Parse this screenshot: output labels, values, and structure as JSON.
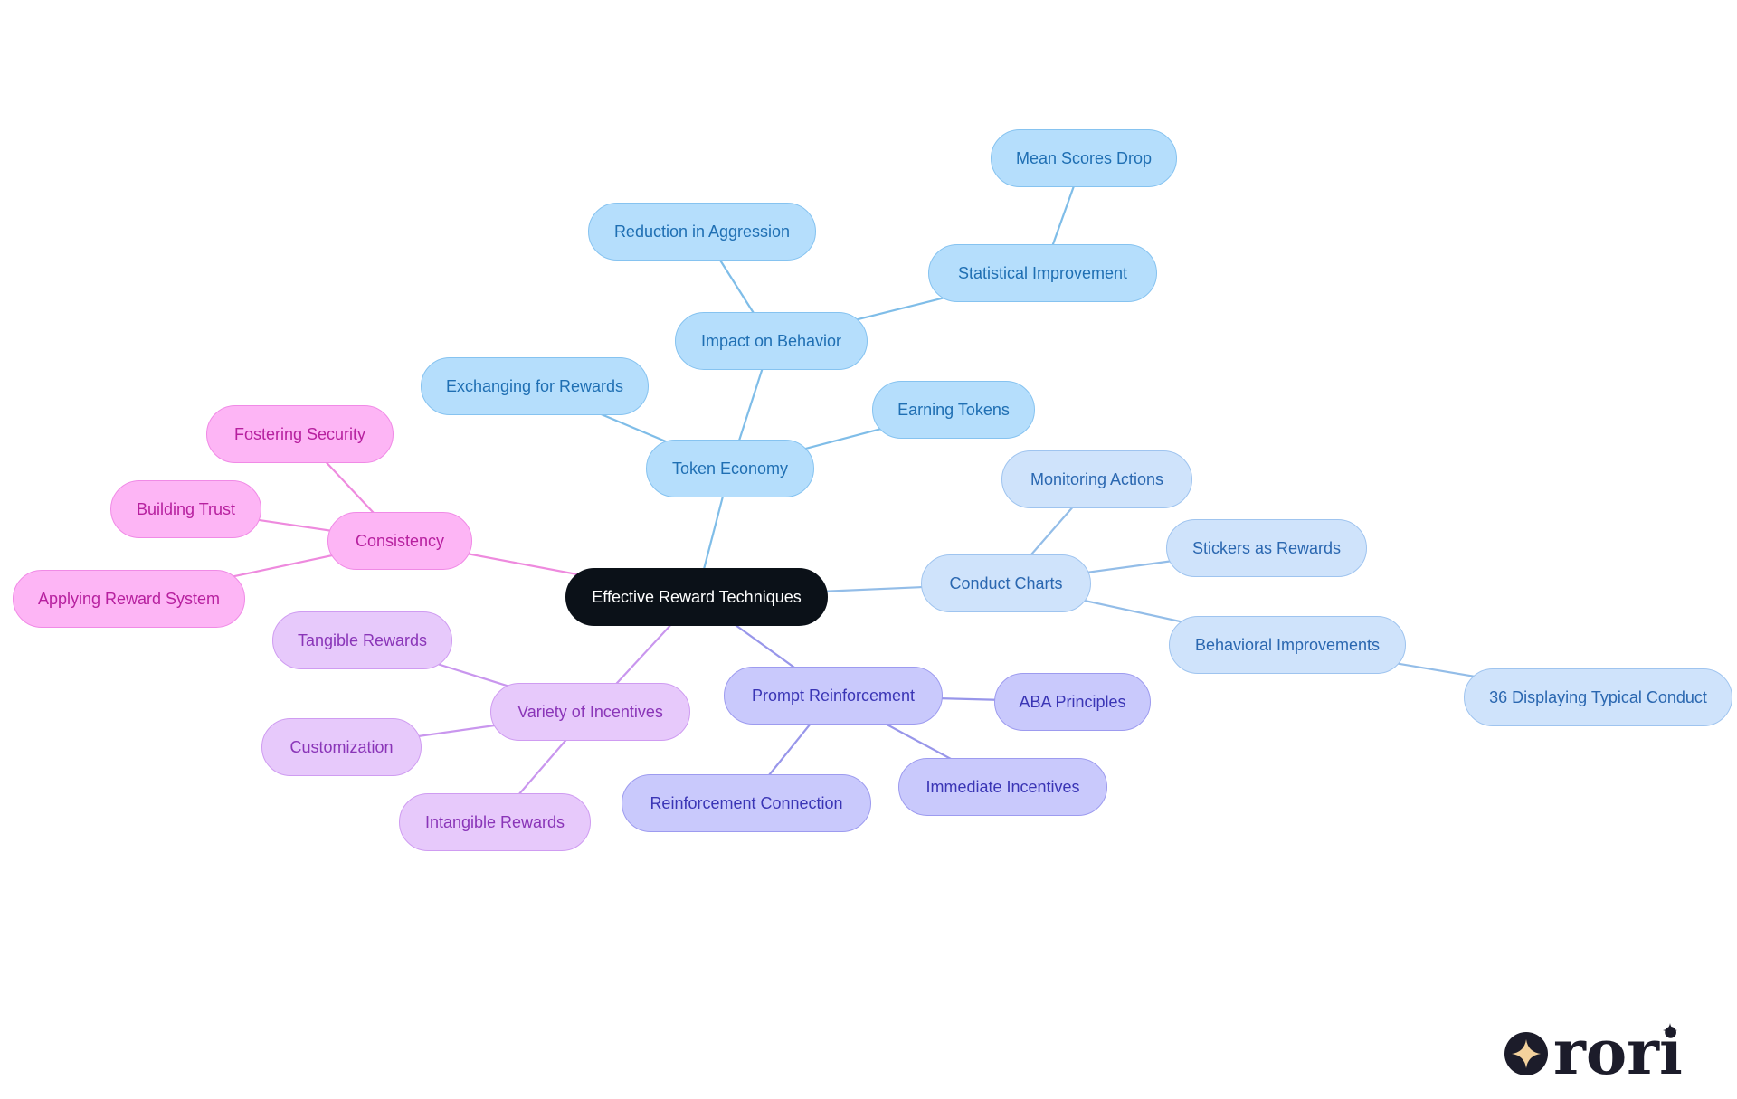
{
  "diagram": {
    "root": {
      "id": "root",
      "label": "Effective Reward Techniques"
    },
    "nodes": [
      {
        "id": "token-economy",
        "label": "Token Economy",
        "parent": "root",
        "branch": "blue"
      },
      {
        "id": "impact-on-behavior",
        "label": "Impact on Behavior",
        "parent": "token-economy",
        "branch": "blue"
      },
      {
        "id": "reduction-in-aggression",
        "label": "Reduction in Aggression",
        "parent": "impact-on-behavior",
        "branch": "blue"
      },
      {
        "id": "statistical-improvement",
        "label": "Statistical Improvement",
        "parent": "impact-on-behavior",
        "branch": "blue"
      },
      {
        "id": "mean-scores-drop",
        "label": "Mean Scores Drop",
        "parent": "statistical-improvement",
        "branch": "blue"
      },
      {
        "id": "exchanging-for-rewards",
        "label": "Exchanging for Rewards",
        "parent": "token-economy",
        "branch": "blue"
      },
      {
        "id": "earning-tokens",
        "label": "Earning Tokens",
        "parent": "token-economy",
        "branch": "blue"
      },
      {
        "id": "conduct-charts",
        "label": "Conduct Charts",
        "parent": "root",
        "branch": "lightblue"
      },
      {
        "id": "monitoring-actions",
        "label": "Monitoring Actions",
        "parent": "conduct-charts",
        "branch": "lightblue"
      },
      {
        "id": "stickers-as-rewards",
        "label": "Stickers as Rewards",
        "parent": "conduct-charts",
        "branch": "lightblue"
      },
      {
        "id": "behavioral-improvements",
        "label": "Behavioral Improvements",
        "parent": "conduct-charts",
        "branch": "lightblue"
      },
      {
        "id": "displaying-typical-conduct",
        "label": "36 Displaying Typical Conduct",
        "parent": "behavioral-improvements",
        "branch": "lightblue"
      },
      {
        "id": "prompt-reinforcement",
        "label": "Prompt Reinforcement",
        "parent": "root",
        "branch": "indigo"
      },
      {
        "id": "aba-principles",
        "label": "ABA Principles",
        "parent": "prompt-reinforcement",
        "branch": "indigo"
      },
      {
        "id": "immediate-incentives",
        "label": "Immediate Incentives",
        "parent": "prompt-reinforcement",
        "branch": "indigo"
      },
      {
        "id": "reinforcement-connection",
        "label": "Reinforcement Connection",
        "parent": "prompt-reinforcement",
        "branch": "indigo"
      },
      {
        "id": "variety-of-incentives",
        "label": "Variety of Incentives",
        "parent": "root",
        "branch": "violet"
      },
      {
        "id": "tangible-rewards",
        "label": "Tangible Rewards",
        "parent": "variety-of-incentives",
        "branch": "violet"
      },
      {
        "id": "customization",
        "label": "Customization",
        "parent": "variety-of-incentives",
        "branch": "violet"
      },
      {
        "id": "intangible-rewards",
        "label": "Intangible Rewards",
        "parent": "variety-of-incentives",
        "branch": "violet"
      },
      {
        "id": "consistency",
        "label": "Consistency",
        "parent": "root",
        "branch": "pink"
      },
      {
        "id": "fostering-security",
        "label": "Fostering Security",
        "parent": "consistency",
        "branch": "pink"
      },
      {
        "id": "building-trust",
        "label": "Building Trust",
        "parent": "consistency",
        "branch": "pink"
      },
      {
        "id": "applying-reward-system",
        "label": "Applying Reward System",
        "parent": "consistency",
        "branch": "pink"
      }
    ],
    "branch_colors": {
      "blue": {
        "fill": "#b5defc",
        "line": "#7fbde8",
        "text": "#1f6fb3"
      },
      "lightblue": {
        "fill": "#cfe3fb",
        "line": "#93bde8",
        "text": "#2a67b0"
      },
      "indigo": {
        "fill": "#c9c9fc",
        "line": "#9896ea",
        "text": "#3a35b5"
      },
      "violet": {
        "fill": "#e7c9fb",
        "line": "#c996ee",
        "text": "#8a35b8"
      },
      "pink": {
        "fill": "#fdb5f5",
        "line": "#ee8ade",
        "text": "#b7209f"
      }
    }
  },
  "logo": {
    "icon": "sparkle-circle-icon",
    "text": "rori"
  }
}
